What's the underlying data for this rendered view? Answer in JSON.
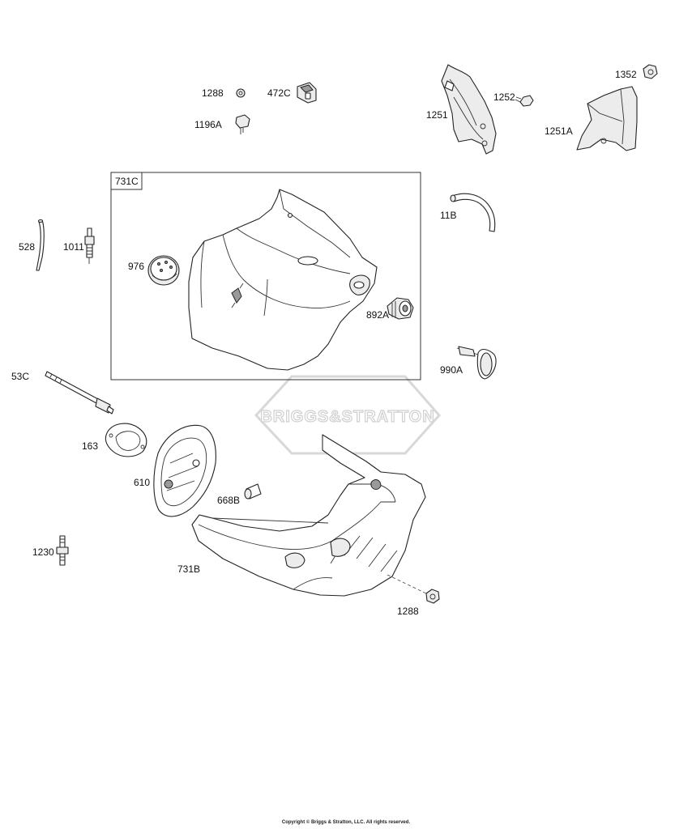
{
  "labels": {
    "p1288_top": "1288",
    "p472c": "472C",
    "p1196a": "1196A",
    "p1251": "1251",
    "p1252": "1252",
    "p1352": "1352",
    "p1251a": "1251A",
    "p731c": "731C",
    "p11b": "11B",
    "p528": "528",
    "p1011": "1011",
    "p976": "976",
    "p892a": "892A",
    "p990a": "990A",
    "p53c": "53C",
    "p163": "163",
    "p610": "610",
    "p668b": "668B",
    "p1230": "1230",
    "p731b": "731B",
    "p1288_bottom": "1288"
  },
  "watermark": {
    "text": "BRIGGS&STRATTON"
  },
  "copyright": "Copyright © Briggs & Stratton, LLC. All rights reserved."
}
